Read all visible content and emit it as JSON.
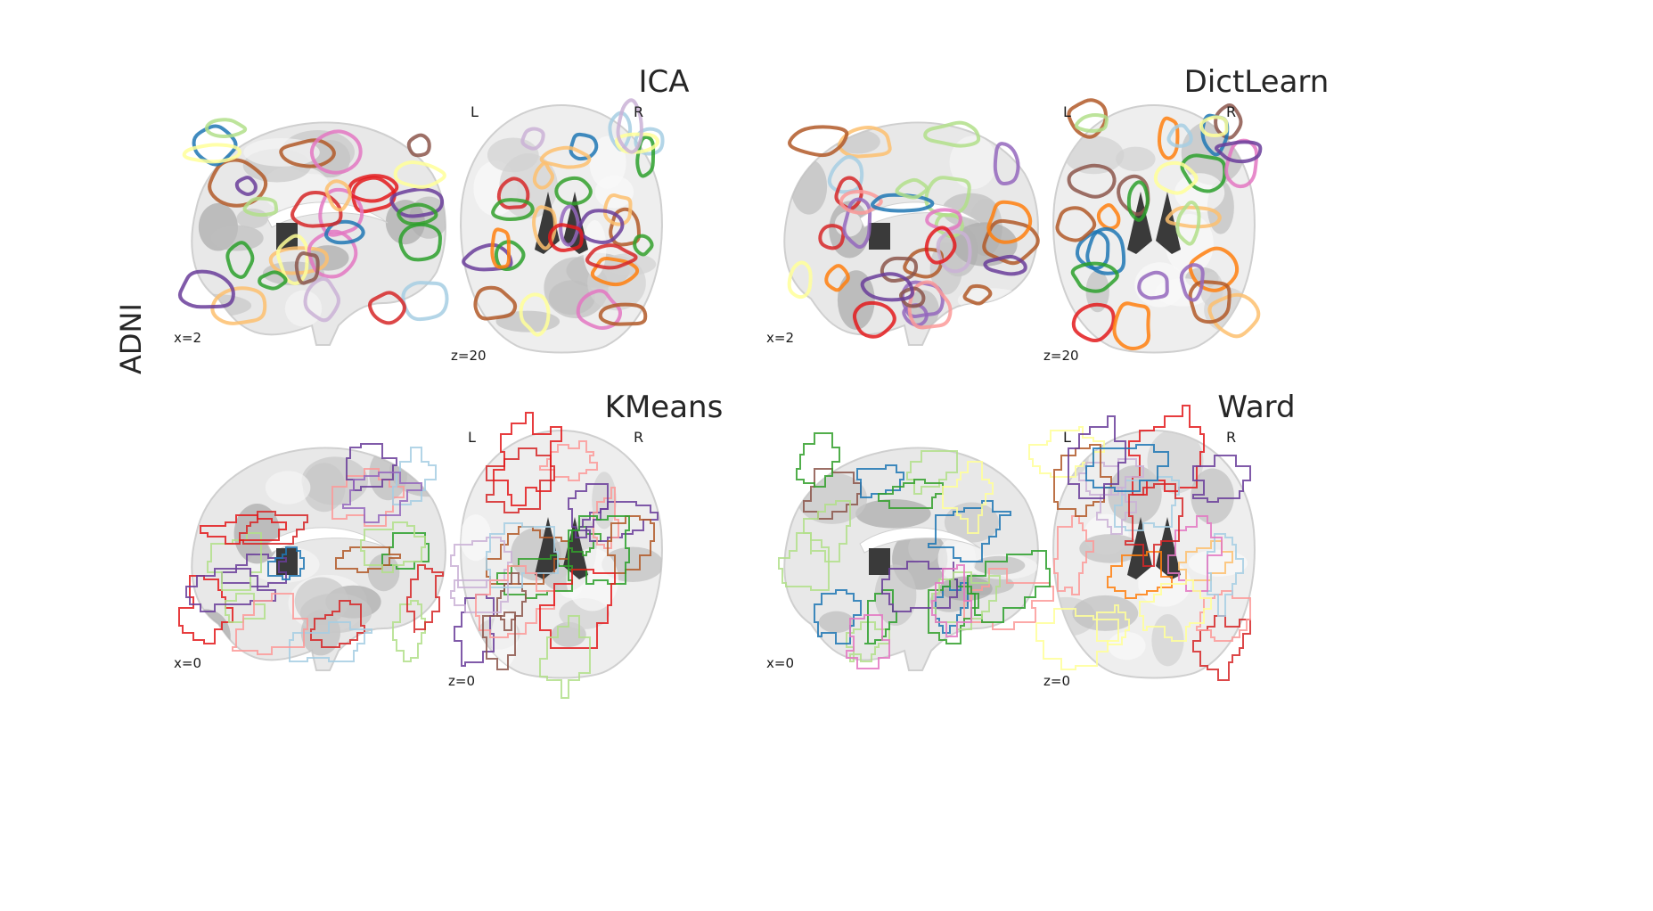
{
  "row_label": "ADNI",
  "panels": [
    {
      "title": "ICA",
      "sagittal_coord": "x=2",
      "axial_coord": "z=20",
      "left_label": "L",
      "right_label": "R",
      "contour_style": "blobs"
    },
    {
      "title": "DictLearn",
      "sagittal_coord": "x=2",
      "axial_coord": "z=20",
      "left_label": "L",
      "right_label": "R",
      "contour_style": "blobs"
    },
    {
      "title": "KMeans",
      "sagittal_coord": "x=0",
      "axial_coord": "z=0",
      "left_label": "L",
      "right_label": "R",
      "contour_style": "parcels"
    },
    {
      "title": "Ward",
      "sagittal_coord": "x=0",
      "axial_coord": "z=0",
      "left_label": "L",
      "right_label": "R",
      "contour_style": "parcels"
    }
  ],
  "palette": [
    "#1f77b4",
    "#ff7f0e",
    "#2ca02c",
    "#d62728",
    "#9467bd",
    "#8c564b",
    "#e377c2",
    "#a6cee3",
    "#b2df8a",
    "#fb9a99",
    "#fdbf6f",
    "#cab2d6",
    "#ffff99",
    "#b15928",
    "#33a02c",
    "#e31a1c",
    "#6a3d9a"
  ]
}
